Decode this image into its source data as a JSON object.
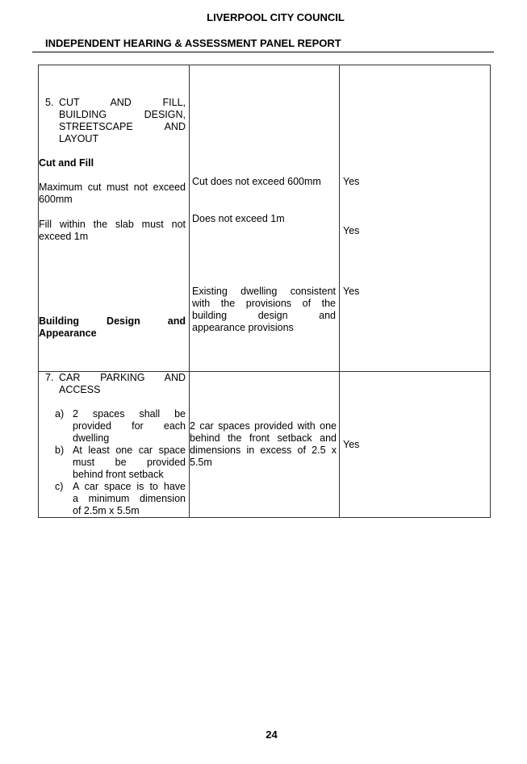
{
  "header": {
    "council": "LIVERPOOL CITY COUNCIL",
    "report_title": "INDEPENDENT HEARING & ASSESSMENT PANEL REPORT"
  },
  "row1": {
    "section_num": "5.",
    "section_title_lines": [
      "CUT AND FILL,",
      "BUILDING DESIGN,",
      "STREETSCAPE AND",
      "LAYOUT"
    ],
    "cut_fill_heading": "Cut and Fill",
    "max_cut_lines": [
      "Maximum cut must not exceed",
      "600mm"
    ],
    "max_cut_result": "Cut does not exceed 600mm",
    "max_cut_compliance": "Yes",
    "fill_lines": [
      "Fill within the slab must not",
      "exceed 1m"
    ],
    "fill_result": "Does not exceed 1m",
    "fill_compliance": "Yes",
    "building_design_lines": [
      "Building Design and",
      "Appearance"
    ],
    "building_result_lines": [
      "Existing dwelling consistent",
      "with the provisions of the",
      "building design and",
      "appearance provisions"
    ],
    "building_compliance": "Yes"
  },
  "row2": {
    "section_num": "7.",
    "section_title_lines": [
      "CAR PARKING AND",
      "ACCESS"
    ],
    "items": [
      {
        "marker": "a)",
        "lines": [
          "2 spaces shall be",
          "provided for each",
          "dwelling"
        ]
      },
      {
        "marker": "b)",
        "lines": [
          "At least one car space",
          "must be provided",
          "behind front setback"
        ]
      },
      {
        "marker": "c)",
        "lines": [
          "A car space is to have",
          "a minimum dimension",
          "of 2.5m x 5.5m"
        ]
      }
    ],
    "result_lines": [
      "2 car spaces provided with one",
      "behind the front setback and",
      "dimensions in excess of 2.5 x",
      "5.5m"
    ],
    "compliance": "Yes"
  },
  "footer": {
    "page_number": "24"
  }
}
